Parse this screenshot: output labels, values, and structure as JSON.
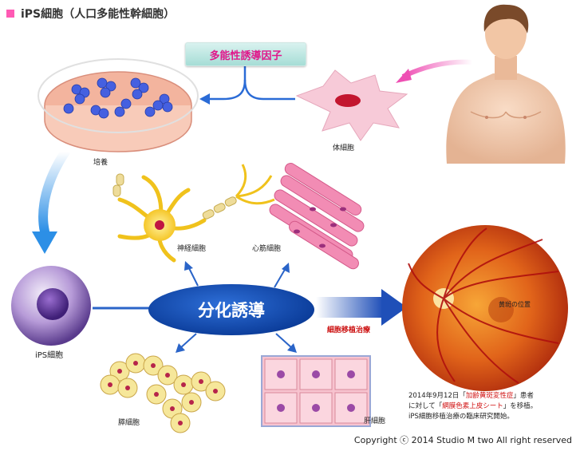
{
  "header": {
    "title": "iPS細胞（人口多能性幹細胞）"
  },
  "labels": {
    "factor": "多能性誘導因子",
    "culture": "培養",
    "somatic": "体細胞",
    "ips": "iPS細胞",
    "nerve": "神経細胞",
    "heart": "心筋細胞",
    "differentiation": "分化誘導",
    "transplant": "細胞移植治療",
    "macula": "黄斑の位置",
    "pancreas": "膵細胞",
    "liver": "肝細胞"
  },
  "note": {
    "line1_a": "2014年9月12日「",
    "line1_red": "加齢黄斑変性症",
    "line1_b": "」患者",
    "line2_a": "に対して「",
    "line2_red": "網膜色素上皮シート",
    "line2_b": "」を移植。",
    "line3": "iPS細胞移植治療の臨床研究開始。"
  },
  "copyright": "Copyright ⓒ 2014 Studio M two All right reserved",
  "colors": {
    "accent_pink": "#ff5ab4",
    "factor_text": "#e0178b",
    "ellipse_blue": "#0d3f9d",
    "arrow_blue": "#2a64c8",
    "red_text": "#cc1111"
  }
}
